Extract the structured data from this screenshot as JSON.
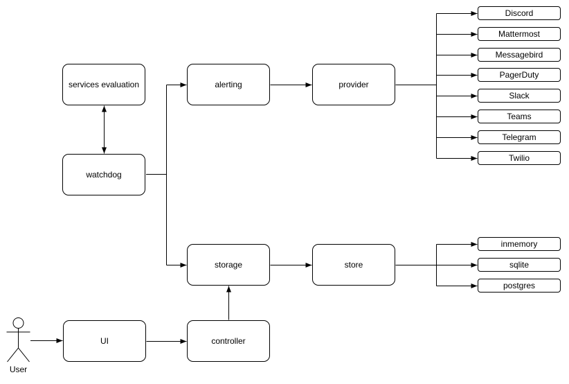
{
  "canvas": {
    "background": "#ffffff",
    "stroke_color": "#000000",
    "node_fill": "#ffffff",
    "text_color": "#000000"
  },
  "nodes": {
    "services_evaluation": {
      "label": "services evaluation"
    },
    "watchdog": {
      "label": "watchdog"
    },
    "alerting": {
      "label": "alerting"
    },
    "provider": {
      "label": "provider"
    },
    "storage": {
      "label": "storage"
    },
    "store": {
      "label": "store"
    },
    "ui": {
      "label": "UI"
    },
    "controller": {
      "label": "controller"
    },
    "user": {
      "label": "User"
    }
  },
  "provider_children": [
    "Discord",
    "Mattermost",
    "Messagebird",
    "PagerDuty",
    "Slack",
    "Teams",
    "Telegram",
    "Twilio"
  ],
  "store_children": [
    "inmemory",
    "sqlite",
    "postgres"
  ],
  "edges": [
    {
      "from": "services evaluation",
      "to": "watchdog",
      "style": "bidirectional-arrow"
    },
    {
      "from": "watchdog",
      "to": "alerting",
      "style": "arrow"
    },
    {
      "from": "watchdog",
      "to": "storage",
      "style": "arrow"
    },
    {
      "from": "alerting",
      "to": "provider",
      "style": "arrow"
    },
    {
      "from": "storage",
      "to": "store",
      "style": "arrow"
    },
    {
      "from": "provider",
      "to": "Discord",
      "style": "arrow"
    },
    {
      "from": "provider",
      "to": "Mattermost",
      "style": "arrow"
    },
    {
      "from": "provider",
      "to": "Messagebird",
      "style": "arrow"
    },
    {
      "from": "provider",
      "to": "PagerDuty",
      "style": "arrow"
    },
    {
      "from": "provider",
      "to": "Slack",
      "style": "arrow"
    },
    {
      "from": "provider",
      "to": "Teams",
      "style": "arrow"
    },
    {
      "from": "provider",
      "to": "Telegram",
      "style": "arrow"
    },
    {
      "from": "provider",
      "to": "Twilio",
      "style": "arrow"
    },
    {
      "from": "store",
      "to": "inmemory",
      "style": "arrow"
    },
    {
      "from": "store",
      "to": "sqlite",
      "style": "arrow"
    },
    {
      "from": "store",
      "to": "postgres",
      "style": "arrow"
    },
    {
      "from": "User",
      "to": "UI",
      "style": "arrow"
    },
    {
      "from": "UI",
      "to": "controller",
      "style": "arrow"
    },
    {
      "from": "controller",
      "to": "storage",
      "style": "arrow"
    }
  ]
}
